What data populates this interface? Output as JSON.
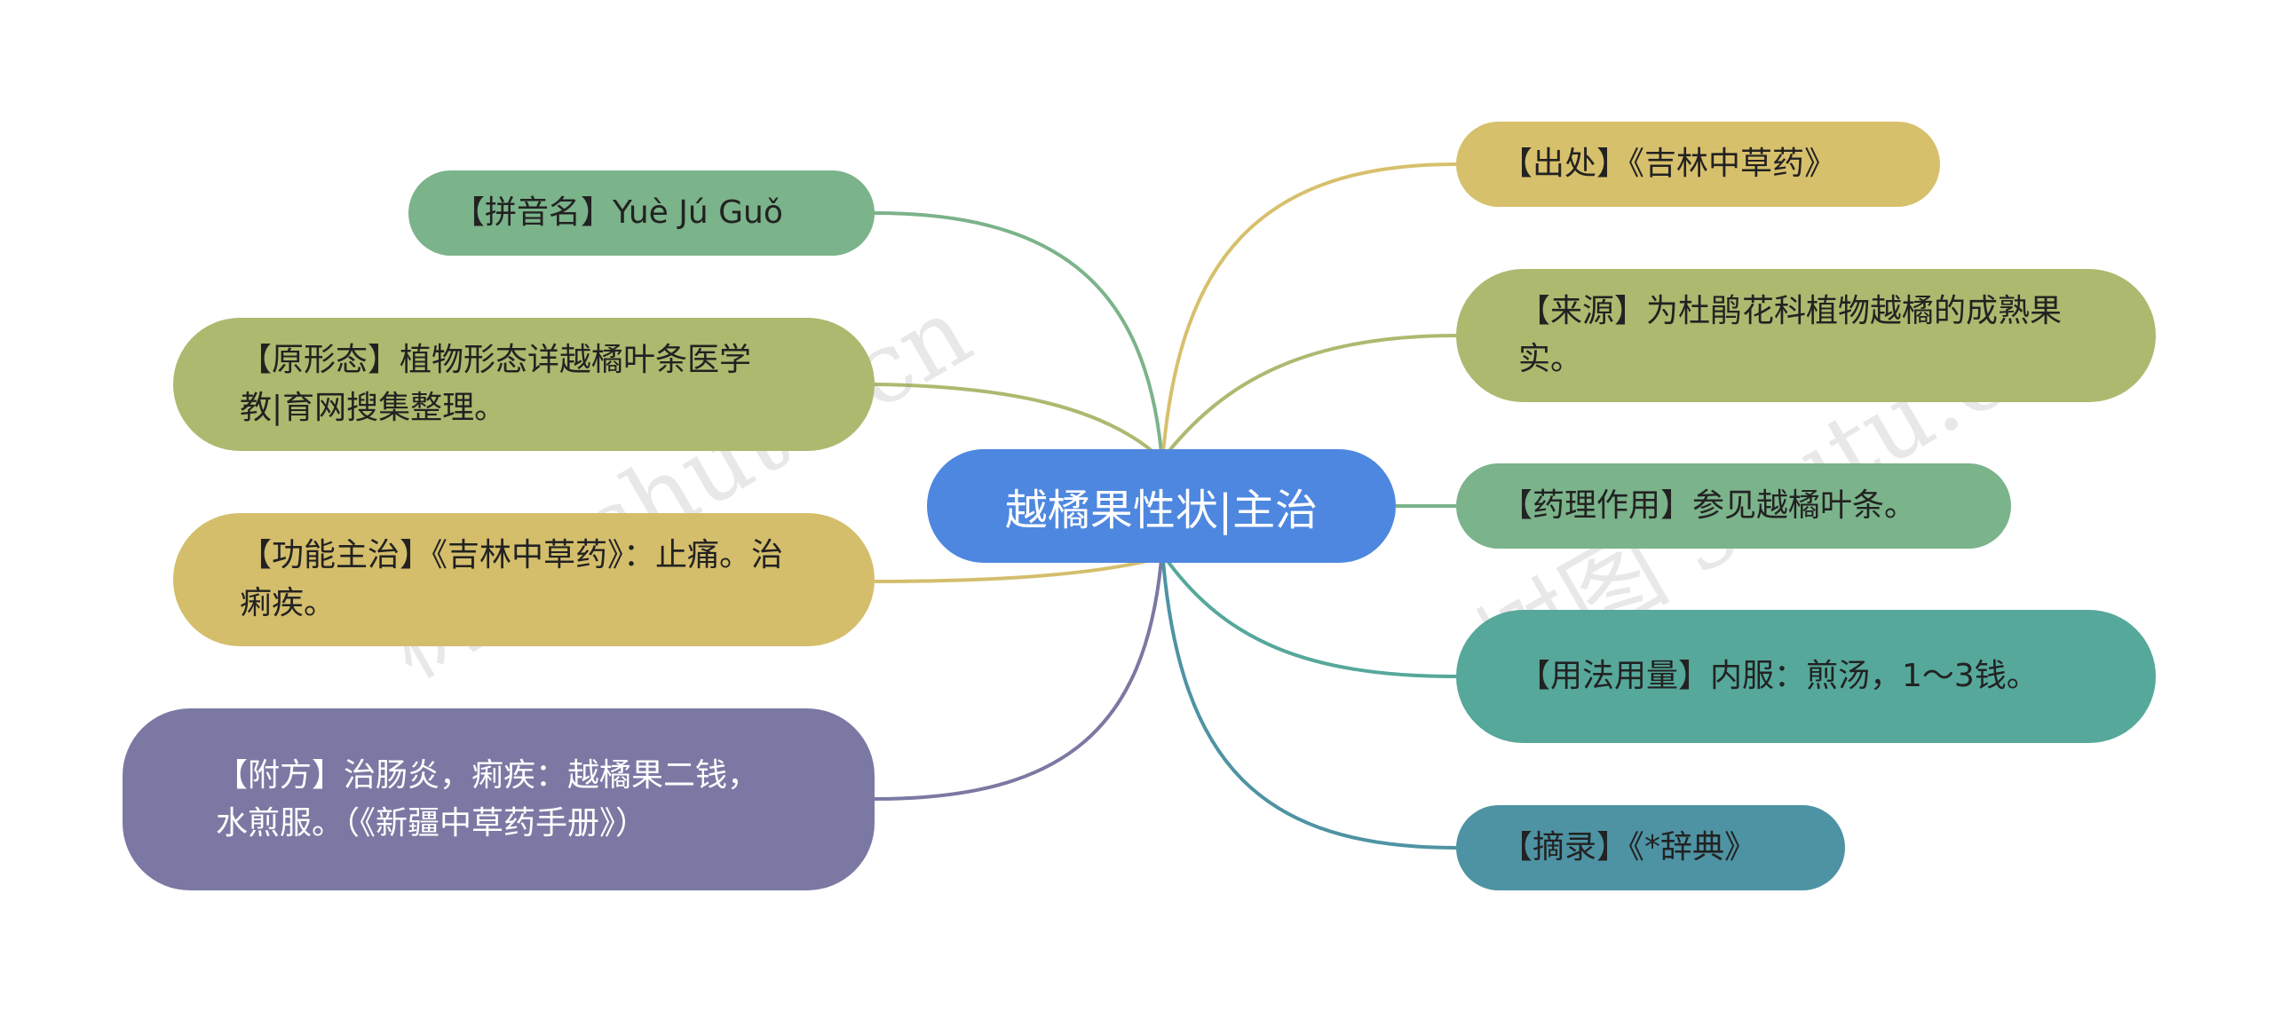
{
  "root": {
    "label": "越橘果性状|主治",
    "color": "#4e87df"
  },
  "left_nodes": [
    {
      "id": "pinyin",
      "label": "【拼音名】Yuè Jú Guǒ",
      "color": "#7bb38a",
      "link_color": "#7bb38a"
    },
    {
      "id": "morphology",
      "label": "【原形态】植物形态详越橘叶条医学教|育网搜集整理。",
      "color": "#adb96f",
      "link_color": "#adb96f"
    },
    {
      "id": "function",
      "label": "【功能主治】《吉林中草药》：止痛。治痢疾。",
      "color": "#d4be6c",
      "link_color": "#d4be6c"
    },
    {
      "id": "prescription",
      "label": "【附方】治肠炎，痢疾：越橘果二钱，水煎服。（《新疆中草药手册》）",
      "color": "#7b79a3",
      "link_color": "#7b79a3"
    }
  ],
  "right_nodes": [
    {
      "id": "source",
      "label": "【出处】《吉林中草药》",
      "color": "#d7c06c",
      "link_color": "#d7c06c"
    },
    {
      "id": "origin",
      "label": "【来源】为杜鹃花科植物越橘的成熟果实。",
      "color": "#adb96f",
      "link_color": "#adb96f"
    },
    {
      "id": "pharmacology",
      "label": "【药理作用】参见越橘叶条。",
      "color": "#7bb38a",
      "link_color": "#7bb38a"
    },
    {
      "id": "dosage",
      "label": "【用法用量】内服：煎汤，1～3钱。",
      "color": "#56a89a",
      "link_color": "#56a89a"
    },
    {
      "id": "excerpt",
      "label": "【摘录】《*辞典》",
      "color": "#4e93a3",
      "link_color": "#4e93a3"
    }
  ],
  "watermarks": [
    "树图 shutu.cn",
    "树图 shutu.cn"
  ]
}
